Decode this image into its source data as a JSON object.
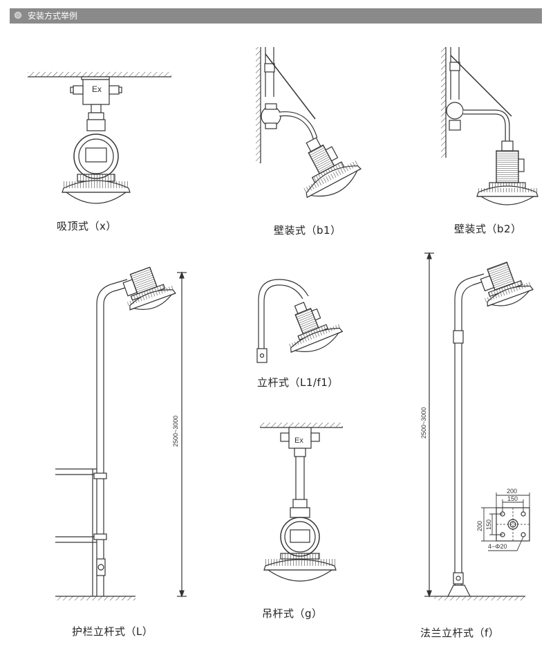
{
  "header": {
    "title": "安装方式举例"
  },
  "labels": {
    "ceiling": "吸顶式（x）",
    "wall_b1": "壁装式（b1）",
    "wall_b2": "壁装式（b2）",
    "rail_pole": "护栏立杆式（L）",
    "short_pole": "立杆式（L1/f1）",
    "pendant": "吊杆式（g）",
    "flange_pole": "法兰立杆式（f）"
  },
  "markings": {
    "ex": "Ex",
    "height_range": "2500~3000",
    "flange_outer": "200",
    "flange_inner": "150",
    "bolt_spec": "4−Φ20"
  },
  "colors": {
    "line": "#333333",
    "header": "#8a8a8a"
  }
}
